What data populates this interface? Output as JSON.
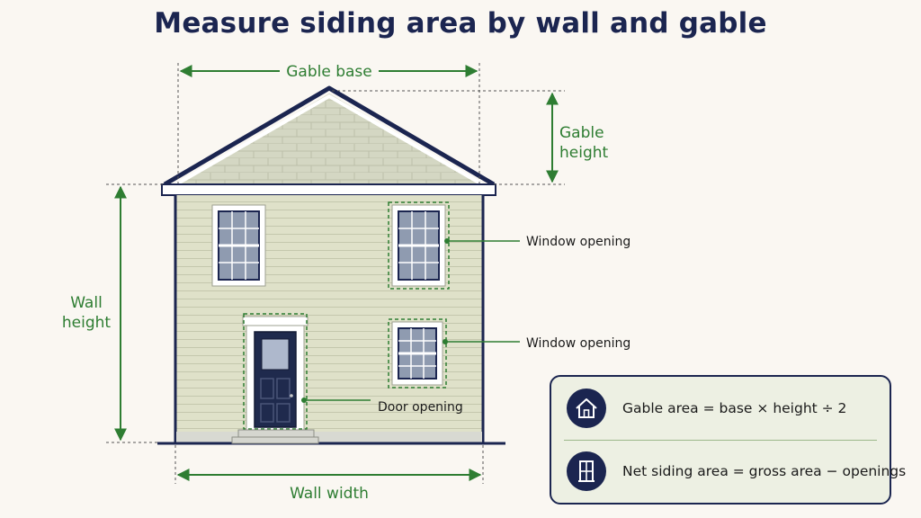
{
  "title": "Measure siding area by wall and gable",
  "dimensions": {
    "gable_base": "Gable base",
    "gable_height_line1": "Gable",
    "gable_height_line2": "height",
    "wall_height_line1": "Wall",
    "wall_height_line2": "height",
    "wall_width": "Wall width"
  },
  "callouts": {
    "window_upper": "Window opening",
    "window_lower": "Window opening",
    "door": "Door opening"
  },
  "formulas": {
    "gable": {
      "icon": "house-icon",
      "text": "Gable area = base × height ÷ 2"
    },
    "net": {
      "icon": "window-icon",
      "text": "Net siding area = gross area − openings"
    }
  },
  "colors": {
    "navy": "#1b2550",
    "dimension_green": "#2e7d32",
    "siding": "#dfe1c9",
    "shingles": "#d4d7c3",
    "background": "#faf7f2"
  }
}
